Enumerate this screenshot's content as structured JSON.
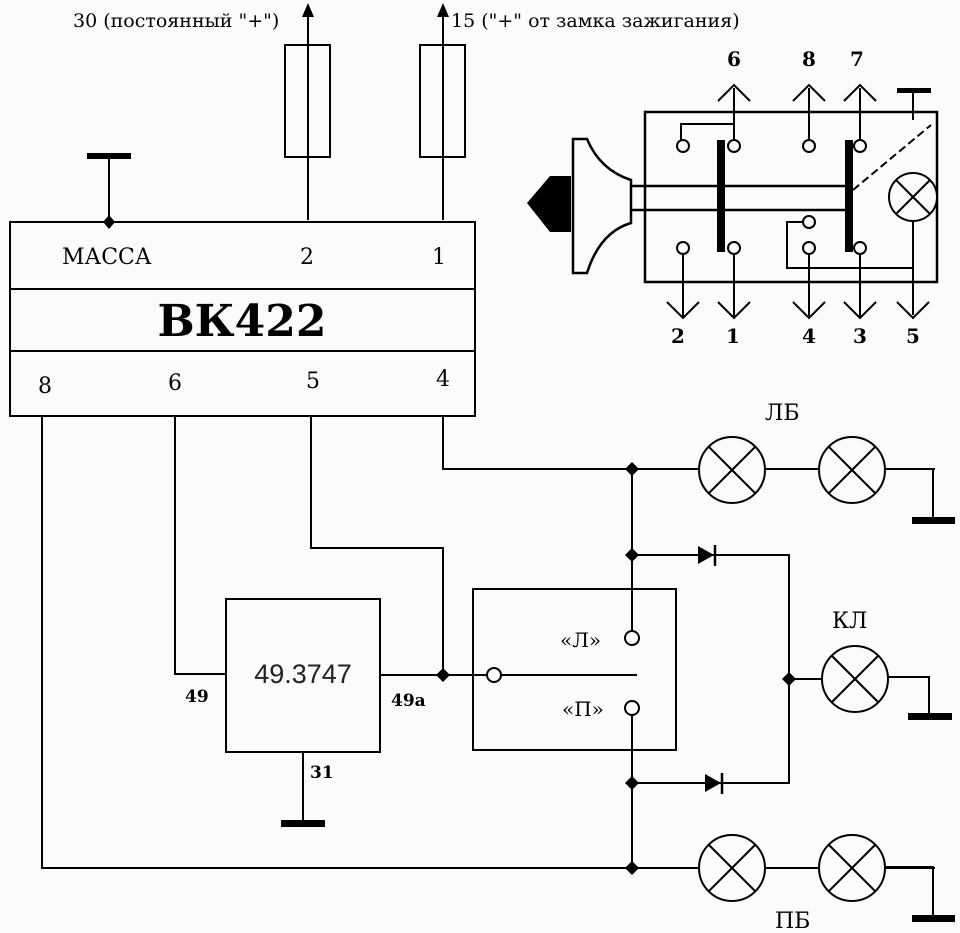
{
  "diagram": {
    "title": "Схема подключения выключателя аварийной сигнализации ВК422",
    "supply": {
      "terminal_30_label": "30 (постоянный \"+\")",
      "terminal_15_label": "15 (\"+\" от замка зажигания)"
    },
    "switch_block": {
      "name": "ВК422",
      "top_pins": [
        "МАССА",
        "2",
        "1"
      ],
      "bottom_pins": [
        "8",
        "6",
        "5",
        "4"
      ]
    },
    "relay": {
      "name": "49.3747",
      "pin_in": "49",
      "pin_out": "49a",
      "pin_ground": "31"
    },
    "turn_switch": {
      "left_label": "«Л»",
      "right_label": "«П»"
    },
    "lamps": {
      "left_group": "ЛБ",
      "right_group": "ПБ",
      "control_lamp": "КЛ"
    },
    "detail_view": {
      "top_pins": [
        "6",
        "8",
        "7"
      ],
      "bottom_pins": [
        "2",
        "1",
        "4",
        "3",
        "5"
      ]
    },
    "colors": {
      "line": "#000000",
      "background": "#fbfbfb"
    }
  }
}
